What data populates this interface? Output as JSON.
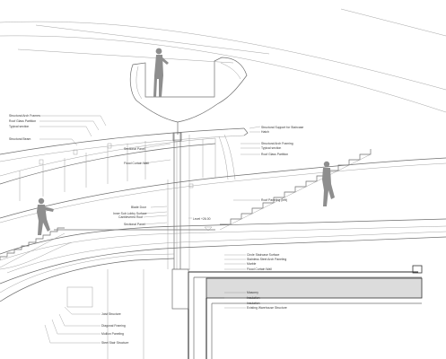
{
  "annotations": [
    {
      "id": "a1",
      "text": "Structural Arch Frames"
    },
    {
      "id": "a2",
      "text": "Roof Glass Partition"
    },
    {
      "id": "a3",
      "text": "Typical section"
    },
    {
      "id": "a4",
      "text": "Structural Beam"
    },
    {
      "id": "a5",
      "text": "Structural Support for Staircase"
    },
    {
      "id": "a6",
      "text": "Hatch"
    },
    {
      "id": "a7",
      "text": "Sectional Panel"
    },
    {
      "id": "a8",
      "text": "Structural Arch Framing"
    },
    {
      "id": "a9",
      "text": "Typical section"
    },
    {
      "id": "a10",
      "text": "Roof Glass Partition"
    },
    {
      "id": "a11",
      "text": "Flood Curtain Wall"
    },
    {
      "id": "a12",
      "text": "Roof Paneling (left)"
    },
    {
      "id": "a13",
      "text": "Blade Door"
    },
    {
      "id": "a14",
      "text": "Inner Sub Lobby Surface"
    },
    {
      "id": "a15",
      "text": "Cantilevered Roof"
    },
    {
      "id": "a16",
      "text": "Sectional Panel"
    },
    {
      "id": "a17",
      "text": "Level +26.00"
    },
    {
      "id": "a18",
      "text": "Circle Staircase Surface"
    },
    {
      "id": "a19",
      "text": "Stainless Steel Arch Paneling"
    },
    {
      "id": "a20",
      "text": "Marble"
    },
    {
      "id": "a21",
      "text": "Flood Curtain Wall"
    },
    {
      "id": "a22",
      "text": "Masonry"
    },
    {
      "id": "a23",
      "text": "Insulation"
    },
    {
      "id": "a24",
      "text": "Insulation"
    },
    {
      "id": "a25",
      "text": "Existing Warehouse Structure"
    },
    {
      "id": "a26",
      "text": "Joist Structure"
    },
    {
      "id": "a27",
      "text": "Diagonal Framing"
    },
    {
      "id": "a28",
      "text": "Mullion Paneling"
    },
    {
      "id": "a29",
      "text": "Steel Stair Structure"
    }
  ]
}
